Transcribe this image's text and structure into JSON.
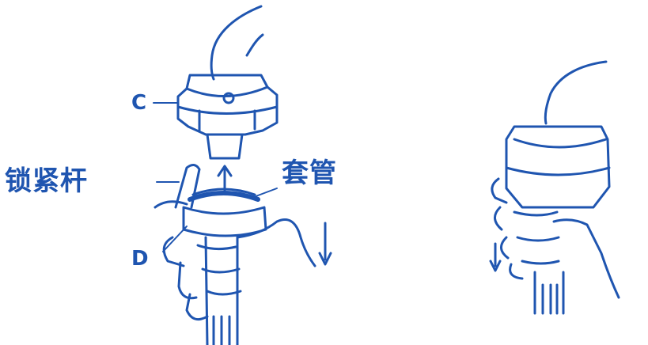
{
  "labels": {
    "label_c": "C",
    "label_d": "D",
    "label_lock_lever": "锁紧杆",
    "label_sleeve": "套管"
  },
  "colors": {
    "ink": "#1f55b0",
    "background": "#ffffff"
  }
}
